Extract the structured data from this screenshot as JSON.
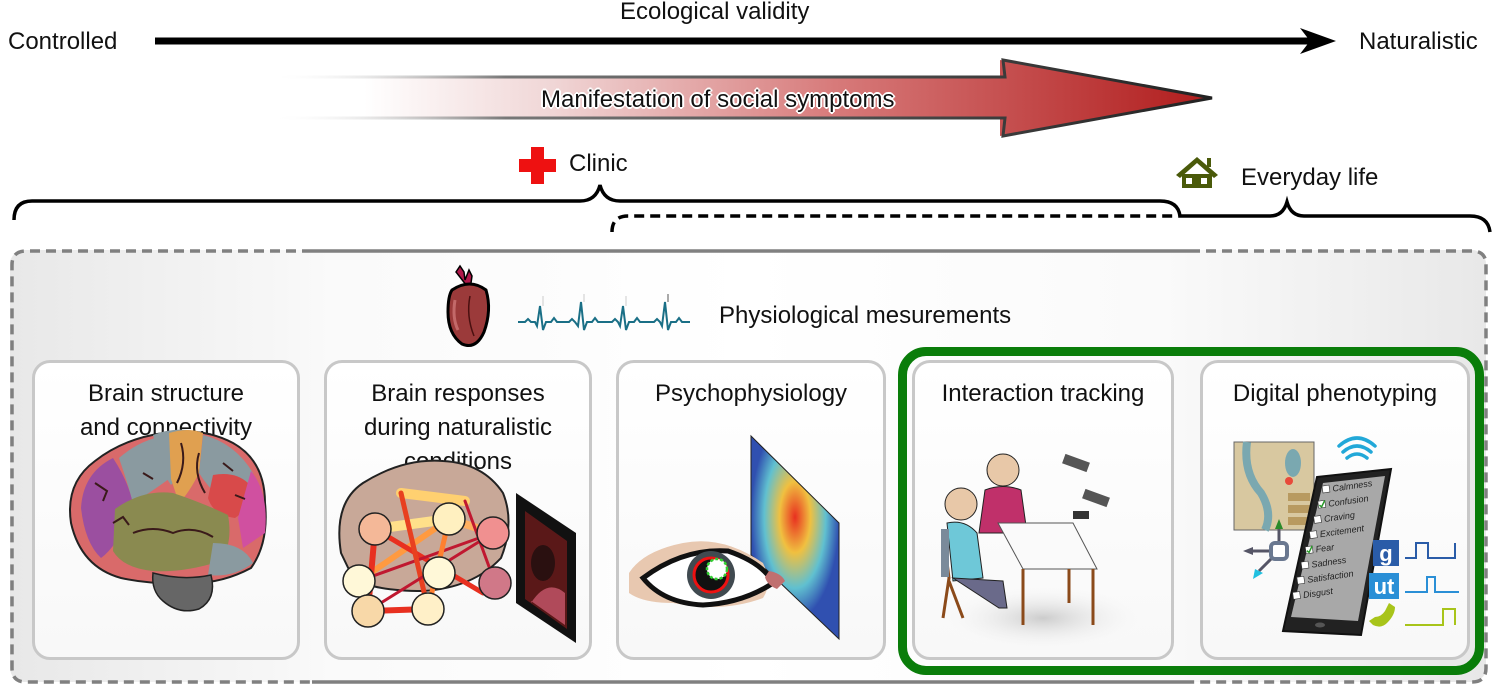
{
  "axis": {
    "title": "Ecological validity",
    "left_label": "Controlled",
    "right_label": "Naturalistic"
  },
  "gradient_arrow": {
    "label": "Manifestation of social symptoms",
    "color_start": "#ffffff",
    "color_end": "#b01c1c"
  },
  "settings": {
    "clinic": {
      "label": "Clinic",
      "icon": "red-cross-icon",
      "color": "#ee1111"
    },
    "everyday": {
      "label": "Everyday life",
      "icon": "house-icon",
      "color": "#4a5a0a"
    }
  },
  "physiological": {
    "label": "Physiological mesurements",
    "icons": [
      "heart-icon",
      "ecg-trace-icon"
    ]
  },
  "panels": [
    {
      "id": "brain-structure",
      "title_lines": [
        "Brain structure",
        "and connectivity"
      ],
      "illustration": "brain-regions-icon"
    },
    {
      "id": "brain-responses",
      "title_lines": [
        "Brain responses",
        "during naturalistic",
        "conditions"
      ],
      "illustration": "brain-network-film-icon"
    },
    {
      "id": "psychophysiology",
      "title_lines": [
        "Psychophysiology"
      ],
      "illustration": "eye-tracking-heatmap-icon"
    },
    {
      "id": "interaction-tracking",
      "title_lines": [
        "Interaction tracking"
      ],
      "illustration": "two-people-table-camera-icon"
    },
    {
      "id": "digital-phenotyping",
      "title_lines": [
        "Digital phenotyping"
      ],
      "illustration": "tablet-survey-map-icon"
    }
  ],
  "tablet_checklist": [
    {
      "label": "Calmness",
      "checked": false
    },
    {
      "label": "Confusion",
      "checked": true
    },
    {
      "label": "Craving",
      "checked": false
    },
    {
      "label": "Excitement",
      "checked": false
    },
    {
      "label": "Fear",
      "checked": true
    },
    {
      "label": "Sadness",
      "checked": false
    },
    {
      "label": "Satisfaction",
      "checked": false
    },
    {
      "label": "Disgust",
      "checked": false
    }
  ],
  "phone_signals": [
    {
      "badge": "g",
      "color": "#2a5ca8"
    },
    {
      "badge": "ut",
      "color": "#2a8fd6"
    },
    {
      "badge": "phone",
      "color": "#a8c41a"
    }
  ],
  "highlight_color": "#0a7d0a"
}
